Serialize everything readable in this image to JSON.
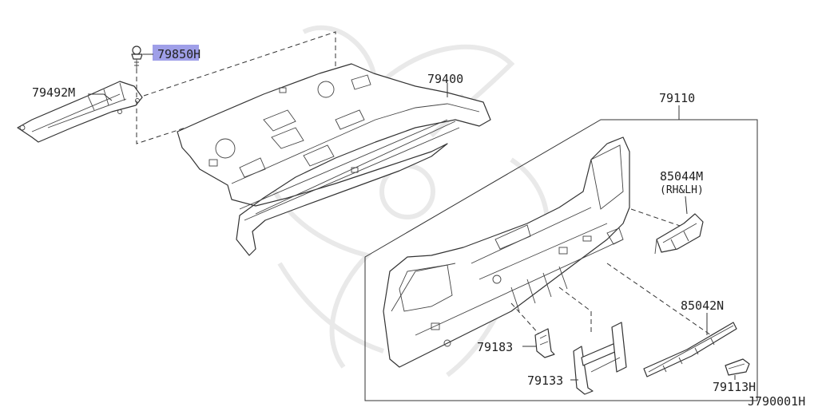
{
  "diagram": {
    "highlight_color": "#9f9fe8",
    "line_color": "#333333",
    "callouts": {
      "p79850H": "79850H",
      "p79492M": "79492M",
      "p79400": "79400",
      "p79110": "79110",
      "p85044M": "85044M",
      "p85044M_note": "(RH&LH)",
      "p85042N": "85042N",
      "p79183": "79183",
      "p79133": "79133",
      "p79113H": "79113H"
    },
    "drawing_id": "J790001H"
  }
}
